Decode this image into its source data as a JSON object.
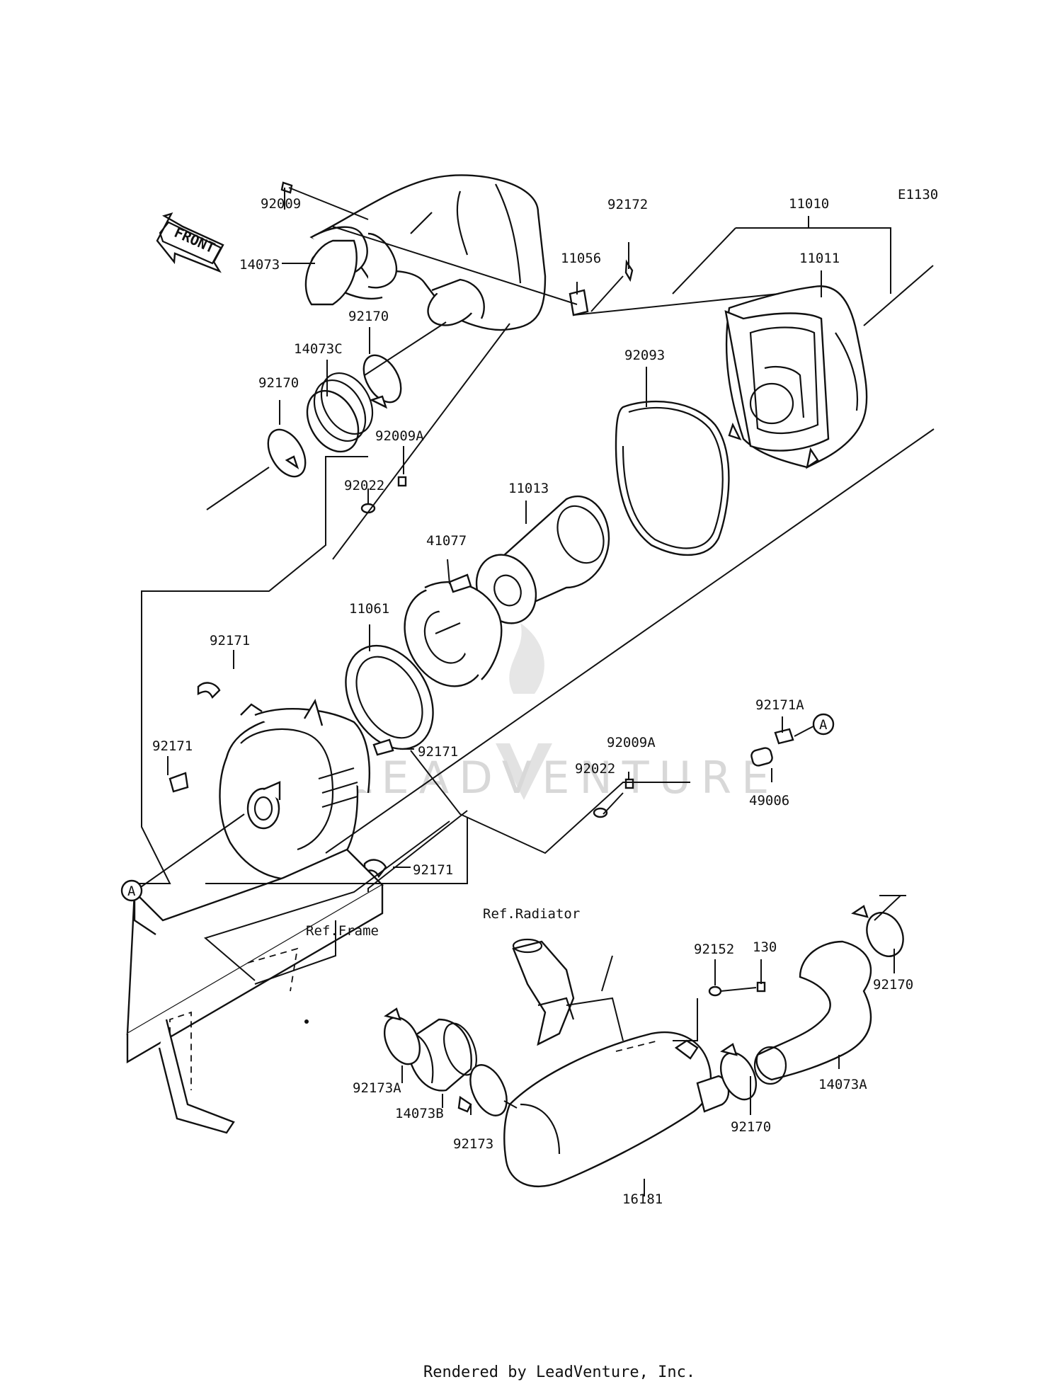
{
  "diagram": {
    "code": "E1130",
    "front_arrow": "FRONT",
    "watermark": "LEADVENTURE",
    "footer": "Rendered by LeadVenture, Inc.",
    "circle_marker": "A",
    "refs": {
      "frame": "Ref.Frame",
      "radiator": "Ref.Radiator"
    },
    "parts": {
      "p92009": "92009",
      "p14073": "14073",
      "p92172": "92172",
      "p11056": "11056",
      "p11010": "11010",
      "p11011": "11011",
      "p92170_a": "92170",
      "p14073C": "14073C",
      "p92170_b": "92170",
      "p92093": "92093",
      "p92009A_a": "92009A",
      "p92022_a": "92022",
      "p11013": "11013",
      "p41077": "41077",
      "p11061": "11061",
      "p92171_a": "92171",
      "p92171A": "92171A",
      "p92171_b": "92171",
      "p92171_c": "92171",
      "p92009A_b": "92009A",
      "p92022_b": "92022",
      "p49006": "49006",
      "p92171_d": "92171",
      "p92152": "92152",
      "p130": "130",
      "p92170_c": "92170",
      "p92173A": "92173A",
      "p14073B": "14073B",
      "p92173": "92173",
      "p92170_d": "92170",
      "p14073A": "14073A",
      "p16181": "16181"
    }
  }
}
